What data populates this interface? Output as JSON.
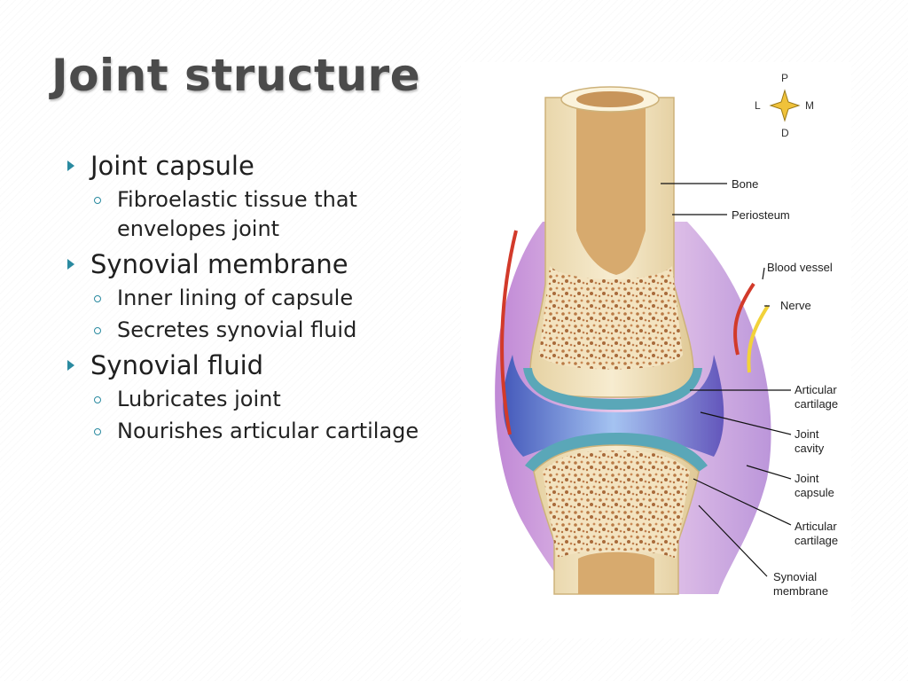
{
  "slide": {
    "title": "Joint structure"
  },
  "bullets": [
    {
      "text": "Joint capsule",
      "sub": [
        "Fibroelastic tissue that envelopes joint"
      ]
    },
    {
      "text": "Synovial membrane",
      "sub": [
        "Inner lining of capsule",
        "Secretes synovial fluid"
      ]
    },
    {
      "text": "Synovial fluid",
      "sub": [
        "Lubricates joint",
        "Nourishes articular cartilage"
      ]
    }
  ],
  "figure": {
    "compass": {
      "top": "P",
      "left": "L",
      "right": "M",
      "bottom": "D"
    },
    "labels": {
      "bone": "Bone",
      "periosteum": "Periosteum",
      "blood_vessel": "Blood vessel",
      "nerve": "Nerve",
      "articular_cartilage_upper_1": "Articular",
      "articular_cartilage_upper_2": "cartilage",
      "joint_cavity_1": "Joint",
      "joint_cavity_2": "cavity",
      "joint_capsule_1": "Joint",
      "joint_capsule_2": "capsule",
      "articular_cartilage_lower_1": "Articular",
      "articular_cartilage_lower_2": "cartilage",
      "synovial_membrane_1": "Synovial",
      "synovial_membrane_2": "membrane"
    },
    "colors": {
      "bone": "#f3e6c4",
      "marrow": "#d9b07a",
      "cartilage": "#5aa7b8",
      "capsule": "#c9a0d8",
      "cavity": "#6f8fe0",
      "blood_vessel": "#d23a2a",
      "nerve": "#f2d23a"
    }
  }
}
